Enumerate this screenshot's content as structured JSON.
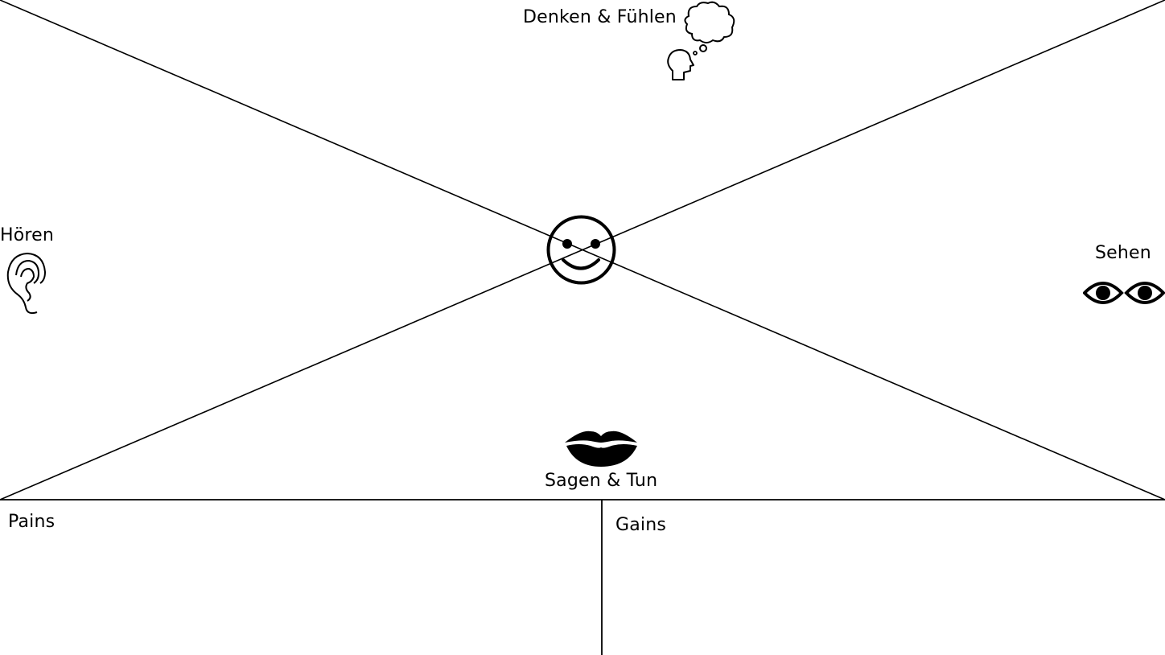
{
  "sections": {
    "think_feel": "Denken & Fühlen",
    "hear": "Hören",
    "see": "Sehen",
    "say_do": "Sagen & Tun",
    "pains": "Pains",
    "gains": "Gains"
  },
  "icons": {
    "center": "smiley-icon",
    "think": "thought-bubble-head-icon",
    "hear": "ear-icon",
    "see": "eyes-icon",
    "say": "lips-icon"
  },
  "colors": {
    "line": "#000000",
    "background": "#ffffff"
  }
}
